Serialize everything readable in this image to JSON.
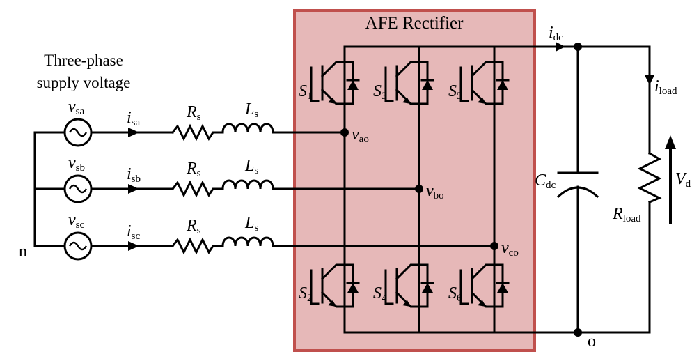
{
  "title": "AFE Rectifier",
  "supply_label_line1": "Three-phase",
  "supply_label_line2": "supply voltage",
  "neutral_label": "n",
  "dc_neg_node_label": "o",
  "colors": {
    "rectifier_fill": "#e6b8b8",
    "rectifier_border": "#c0504d",
    "line": "#000000"
  },
  "phases": [
    {
      "source": {
        "sym": "v",
        "sub": "sa"
      },
      "current": {
        "sym": "i",
        "sub": "sa"
      },
      "resistor": {
        "sym": "R",
        "sub": "s"
      },
      "inductor": {
        "sym": "L",
        "sub": "s"
      },
      "node": {
        "sym": "v",
        "sub": "ao"
      }
    },
    {
      "source": {
        "sym": "v",
        "sub": "sb"
      },
      "current": {
        "sym": "i",
        "sub": "sb"
      },
      "resistor": {
        "sym": "R",
        "sub": "s"
      },
      "inductor": {
        "sym": "L",
        "sub": "s"
      },
      "node": {
        "sym": "v",
        "sub": "bo"
      }
    },
    {
      "source": {
        "sym": "v",
        "sub": "sc"
      },
      "current": {
        "sym": "i",
        "sub": "sc"
      },
      "resistor": {
        "sym": "R",
        "sub": "s"
      },
      "inductor": {
        "sym": "L",
        "sub": "s"
      },
      "node": {
        "sym": "v",
        "sub": "co"
      }
    }
  ],
  "switches": [
    {
      "sym": "S",
      "sub": "1"
    },
    {
      "sym": "S",
      "sub": "3"
    },
    {
      "sym": "S",
      "sub": "5"
    },
    {
      "sym": "S",
      "sub": "2"
    },
    {
      "sym": "S",
      "sub": "4"
    },
    {
      "sym": "S",
      "sub": "6"
    }
  ],
  "dc_side": {
    "idc": {
      "sym": "i",
      "sub": "dc"
    },
    "capacitor": {
      "sym": "C",
      "sub": "dc"
    },
    "iload": {
      "sym": "i",
      "sub": "load"
    },
    "load_resistor": {
      "sym": "R",
      "sub": "load"
    },
    "voltage": {
      "sym": "V",
      "sub": "d"
    }
  }
}
